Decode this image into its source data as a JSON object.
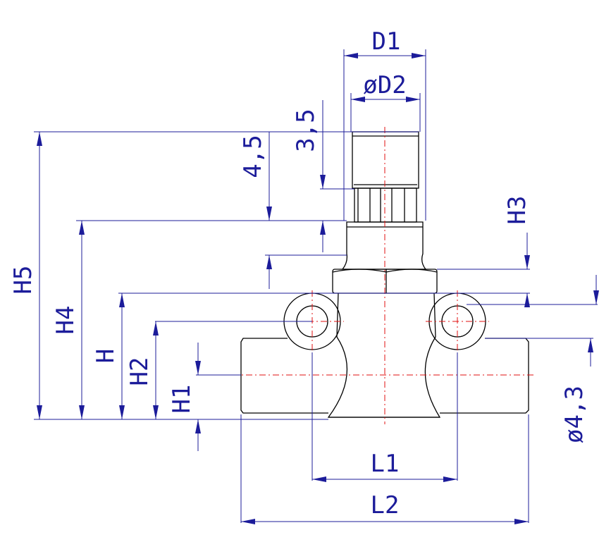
{
  "colors": {
    "object": "#000000",
    "dimension": "#1c1c9a",
    "centerline": "#e01010"
  },
  "labels": {
    "d1": "D1",
    "d2": "øD2",
    "h3_5": "3,5",
    "h4_5": "4,5",
    "h3": "H3",
    "h5": "H5",
    "h4": "H4",
    "h": "H",
    "h2": "H2",
    "h1": "H1",
    "d4_3": "ø4,3",
    "l1": "L1",
    "l2": "L2"
  }
}
